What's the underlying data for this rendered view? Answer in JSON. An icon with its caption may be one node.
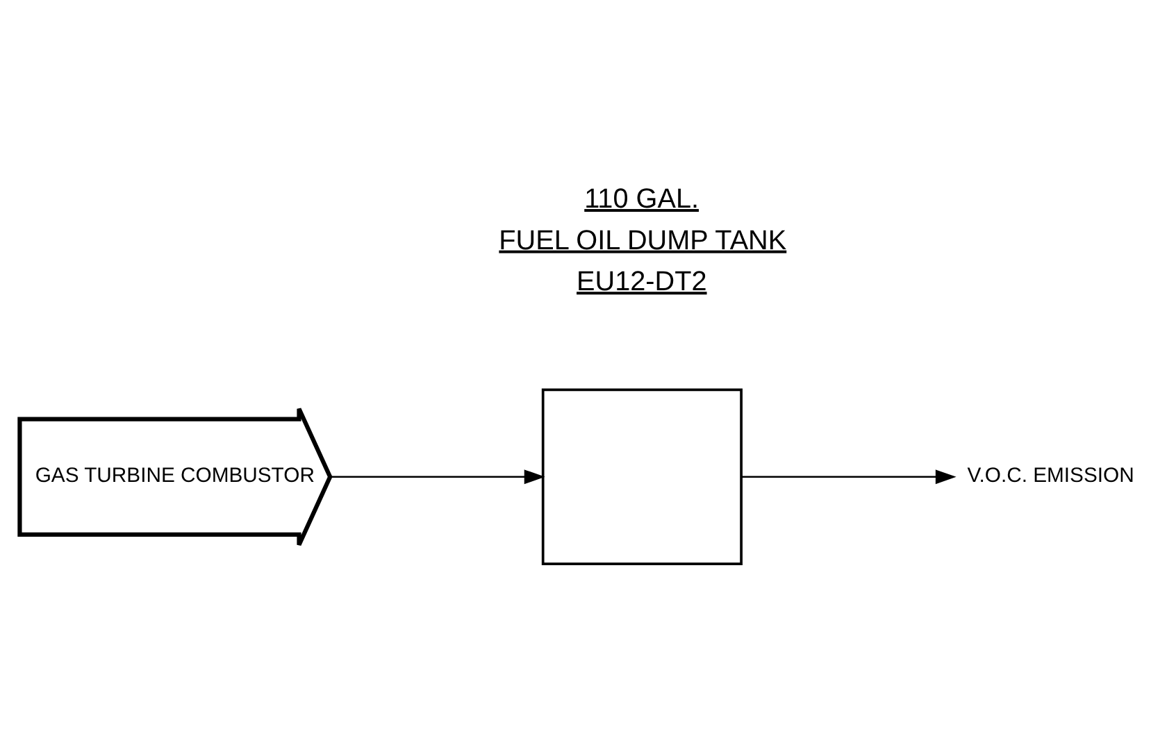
{
  "diagram": {
    "nodes": [
      {
        "text": [
          "GAS TURBINE COMBUSTOR"
        ]
      },
      {
        "text": [],
        "shape": "box"
      },
      {
        "text": [
          "V.O.C. EMISSION"
        ]
      }
    ],
    "edges": [
      {
        "from": 0,
        "to": 1,
        "arrow": "to"
      },
      {
        "from": 1,
        "to": 2,
        "arrow": "to"
      }
    ],
    "labels": [
      "110 GAL.",
      "FUEL OIL DUMP TANK",
      "EU12-DT2"
    ]
  }
}
